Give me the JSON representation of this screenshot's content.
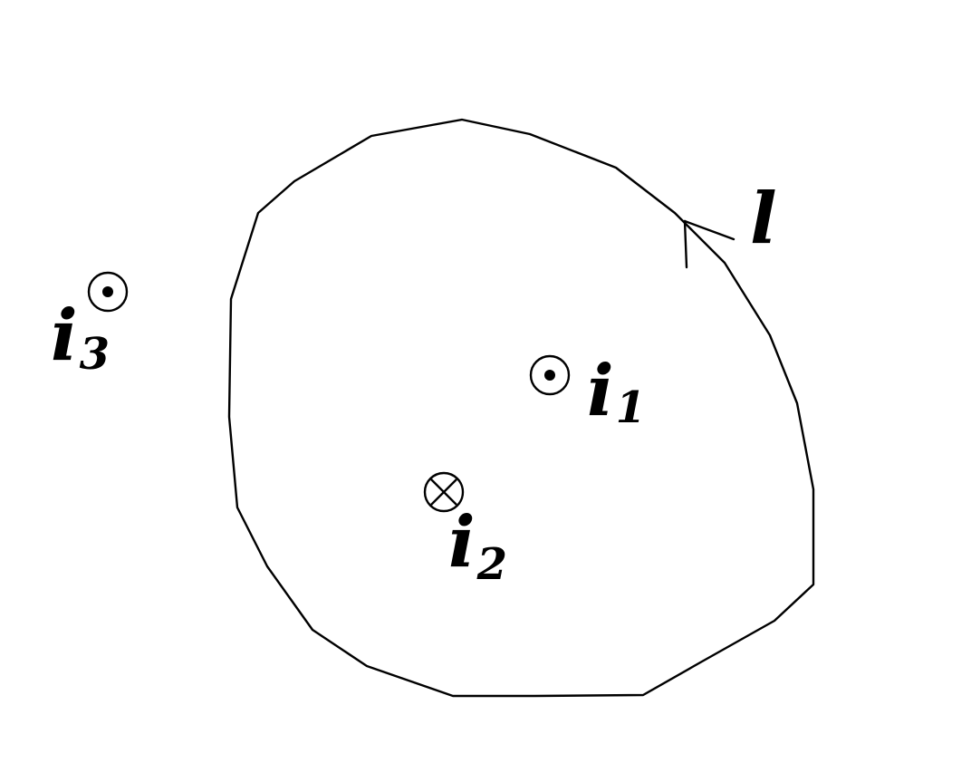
{
  "colors": {
    "stroke": "#000000",
    "background": "#ffffff"
  },
  "loop": {
    "label": "l",
    "direction": "counterclockwise"
  },
  "currents": [
    {
      "id": "i1",
      "letter": "i",
      "subscript": "1",
      "symbol": "dot-in-circle",
      "direction": "out-of-page"
    },
    {
      "id": "i2",
      "letter": "i",
      "subscript": "2",
      "symbol": "cross-in-circle",
      "direction": "into-page"
    },
    {
      "id": "i3",
      "letter": "i",
      "subscript": "3",
      "symbol": "dot-in-circle",
      "direction": "out-of-page"
    }
  ]
}
